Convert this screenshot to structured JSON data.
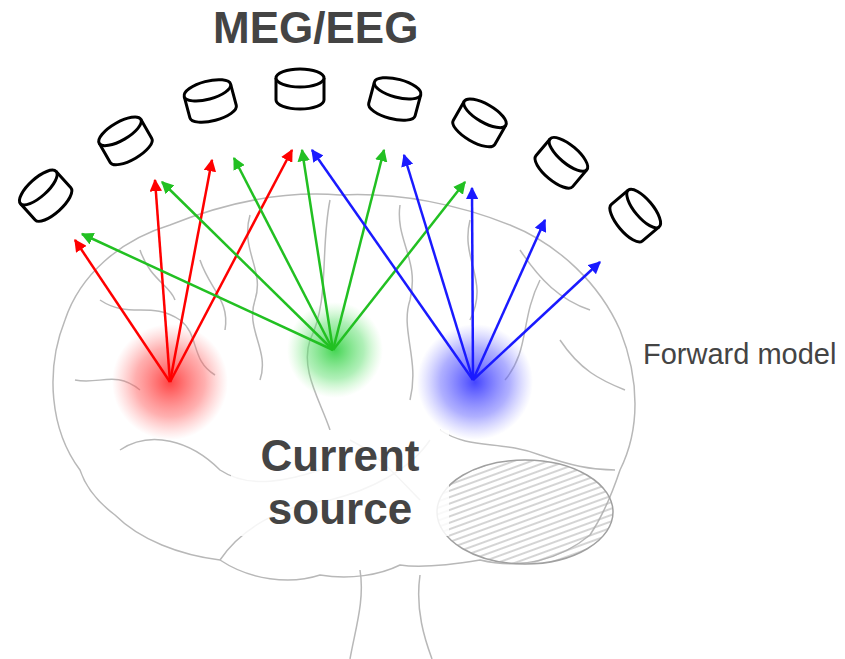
{
  "diagram": {
    "title": "MEG/EEG",
    "labels": [
      "Current source",
      "Forward model"
    ]
  }
}
